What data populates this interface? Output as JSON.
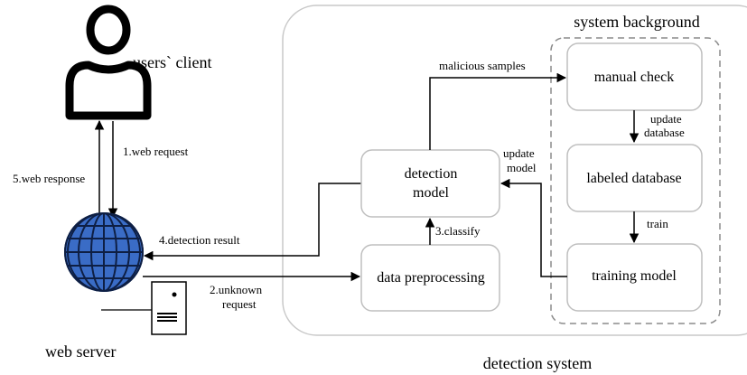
{
  "user_client": {
    "label": "users` client"
  },
  "web_server": {
    "label": "web server"
  },
  "detection_system": {
    "label": "detection system"
  },
  "system_background": {
    "label": "system background"
  },
  "boxes": {
    "detection_model_line1": "detection",
    "detection_model_line2": "model",
    "data_preprocessing": "data preprocessing",
    "manual_check": "manual check",
    "labeled_database": "labeled database",
    "training_model": "training model"
  },
  "flows": {
    "web_request": "1.web request",
    "web_response": "5.web response",
    "unknown_request_line1": "2.unknown",
    "unknown_request_line2": "request",
    "classify": "3.classify",
    "detection_result": "4.detection result",
    "malicious_samples": "malicious samples",
    "update_database_line1": "update",
    "update_database_line2": "database",
    "train": "train",
    "update_model_line1": "update",
    "update_model_line2": "model"
  },
  "colors": {
    "stroke": "#000000",
    "box_stroke": "#bfbfbf",
    "globe_fill": "#3a6cc6",
    "globe_dark": "#1f3f7a",
    "dashed_stroke": "#8c8c8c"
  }
}
